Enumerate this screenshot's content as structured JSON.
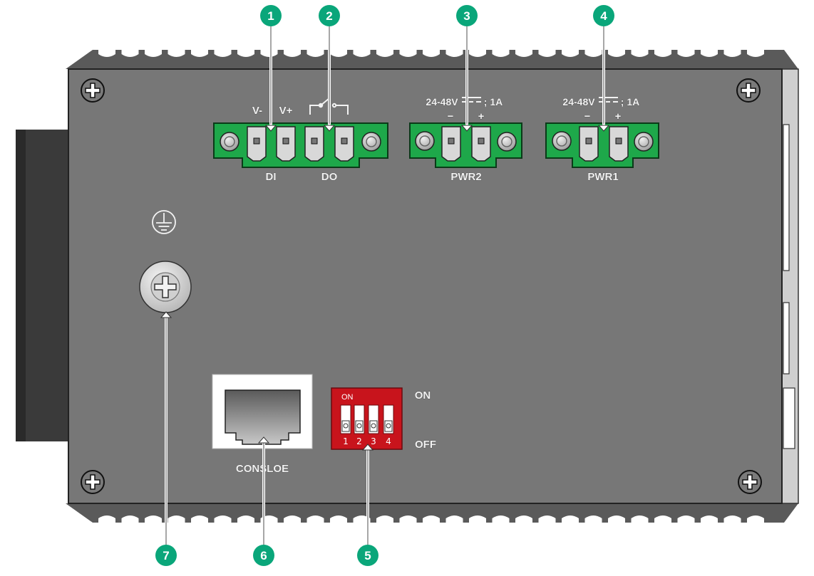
{
  "colors": {
    "panel": "#777777",
    "callout": "#0aa67a",
    "terminal_green": "#1ea84a",
    "dip_red": "#c8141c"
  },
  "terminals": {
    "signal": {
      "pin_labels": [
        "V-",
        "V+"
      ],
      "relay_icon": "relay-switch-icon",
      "group_labels": [
        "DI",
        "DO"
      ]
    },
    "pwr2": {
      "rating": "24-48V",
      "rating_suffix": "; 1A",
      "polarity": [
        "−",
        "+"
      ],
      "name": "PWR2"
    },
    "pwr1": {
      "rating": "24-48V",
      "rating_suffix": "; 1A",
      "polarity": [
        "−",
        "+"
      ],
      "name": "PWR1"
    }
  },
  "ground": {
    "icon": "ground-icon"
  },
  "console": {
    "label": "CONSLOE"
  },
  "dip_switch": {
    "on_mark": "ON",
    "numbers": [
      "1",
      "2",
      "3",
      "4"
    ],
    "on_label": "ON",
    "off_label": "OFF"
  },
  "callouts": [
    "1",
    "2",
    "3",
    "4",
    "5",
    "6",
    "7"
  ]
}
